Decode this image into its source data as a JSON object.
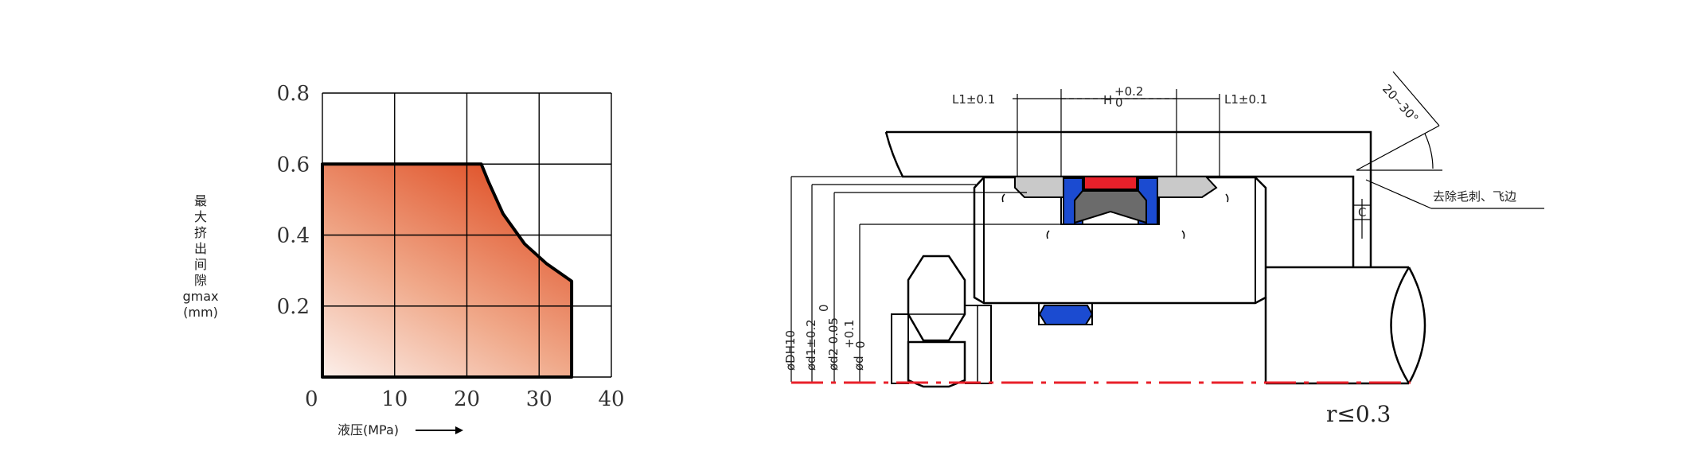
{
  "chart_data": {
    "type": "area",
    "x_ticks": [
      "0",
      "10",
      "20",
      "30",
      "40"
    ],
    "y_ticks": [
      "0.2",
      "0.4",
      "0.6",
      "0.8"
    ],
    "xlim": [
      0,
      40
    ],
    "ylim": [
      0,
      0.8
    ],
    "ylabel_lines": [
      "最",
      "大",
      "挤",
      "出",
      "间",
      "隙",
      "gmax",
      "(mm)"
    ],
    "xlabel": "液压(MPa)",
    "grid": true,
    "region": {
      "x": [
        0,
        22,
        23,
        25,
        28,
        31,
        34.5,
        34.5,
        0
      ],
      "y": [
        0.6,
        0.6,
        0.55,
        0.46,
        0.375,
        0.32,
        0.27,
        0,
        0
      ]
    },
    "fill_color_dark": "#e0532a",
    "fill_color_light": "#fbece6"
  },
  "diagram": {
    "labels": {
      "l1_left": "L1±0.1",
      "h": "H",
      "h_tol": "+0.2",
      "h_tol_low": "0",
      "l1_right": "L1±0.1",
      "angle": "20~30°",
      "deburr": "去除毛刺、飞边",
      "c": "C",
      "dh": "øDH10",
      "d1": "ød1±0.2",
      "d2": "ød2-0.05",
      "d2_top": "0",
      "d": "ød",
      "d_tol": "+0.1",
      "d_tol_low": "0",
      "r": "r≤0.3"
    },
    "colors": {
      "seal_red": "#e8202a",
      "seal_blue": "#1b4bd1",
      "seal_gray": "#6b6b6b",
      "ring_gray": "#c9c9c9",
      "centerline": "#e8202a"
    }
  }
}
